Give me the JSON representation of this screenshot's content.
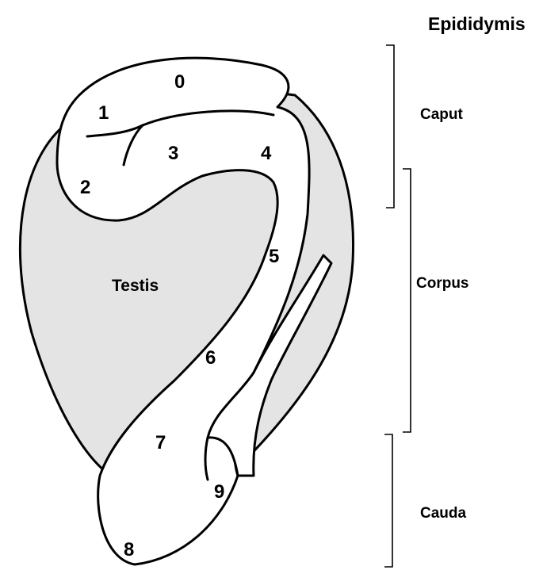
{
  "title": "Epididymis",
  "organ_label": "Testis",
  "regions": [
    {
      "name": "Caput"
    },
    {
      "name": "Corpus"
    },
    {
      "name": "Cauda"
    }
  ],
  "segments": [
    "0",
    "1",
    "2",
    "3",
    "4",
    "5",
    "6",
    "7",
    "8",
    "9"
  ],
  "colors": {
    "testis_fill": "#e4e4e4",
    "duct_fill": "#ffffff",
    "stroke": "#000000"
  }
}
